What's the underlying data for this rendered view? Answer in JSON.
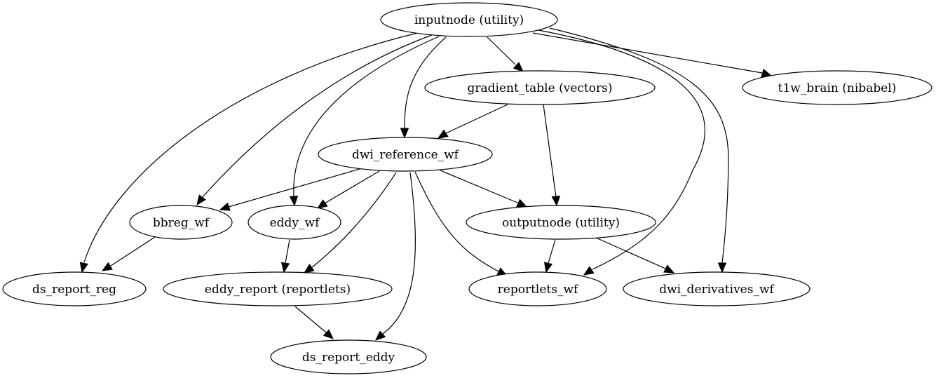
{
  "graph": {
    "nodes": [
      {
        "id": "inputnode",
        "label": "inputnode (utility)"
      },
      {
        "id": "gradient_table",
        "label": "gradient_table (vectors)"
      },
      {
        "id": "t1w_brain",
        "label": "t1w_brain (nibabel)"
      },
      {
        "id": "dwi_reference_wf",
        "label": "dwi_reference_wf"
      },
      {
        "id": "bbreg_wf",
        "label": "bbreg_wf"
      },
      {
        "id": "eddy_wf",
        "label": "eddy_wf"
      },
      {
        "id": "outputnode",
        "label": "outputnode (utility)"
      },
      {
        "id": "ds_report_reg",
        "label": "ds_report_reg"
      },
      {
        "id": "eddy_report",
        "label": "eddy_report (reportlets)"
      },
      {
        "id": "reportlets_wf",
        "label": "reportlets_wf"
      },
      {
        "id": "dwi_derivatives_wf",
        "label": "dwi_derivatives_wf"
      },
      {
        "id": "ds_report_eddy",
        "label": "ds_report_eddy"
      }
    ],
    "edges": [
      {
        "from": "inputnode",
        "to": "gradient_table"
      },
      {
        "from": "inputnode",
        "to": "t1w_brain"
      },
      {
        "from": "inputnode",
        "to": "dwi_reference_wf"
      },
      {
        "from": "inputnode",
        "to": "bbreg_wf"
      },
      {
        "from": "inputnode",
        "to": "eddy_wf"
      },
      {
        "from": "inputnode",
        "to": "ds_report_reg"
      },
      {
        "from": "inputnode",
        "to": "reportlets_wf"
      },
      {
        "from": "inputnode",
        "to": "dwi_derivatives_wf"
      },
      {
        "from": "gradient_table",
        "to": "dwi_reference_wf"
      },
      {
        "from": "gradient_table",
        "to": "outputnode"
      },
      {
        "from": "dwi_reference_wf",
        "to": "bbreg_wf"
      },
      {
        "from": "dwi_reference_wf",
        "to": "eddy_wf"
      },
      {
        "from": "dwi_reference_wf",
        "to": "outputnode"
      },
      {
        "from": "dwi_reference_wf",
        "to": "eddy_report"
      },
      {
        "from": "dwi_reference_wf",
        "to": "ds_report_eddy"
      },
      {
        "from": "dwi_reference_wf",
        "to": "reportlets_wf"
      },
      {
        "from": "bbreg_wf",
        "to": "ds_report_reg"
      },
      {
        "from": "eddy_wf",
        "to": "eddy_report"
      },
      {
        "from": "eddy_report",
        "to": "ds_report_eddy"
      },
      {
        "from": "outputnode",
        "to": "reportlets_wf"
      },
      {
        "from": "outputnode",
        "to": "dwi_derivatives_wf"
      }
    ]
  }
}
